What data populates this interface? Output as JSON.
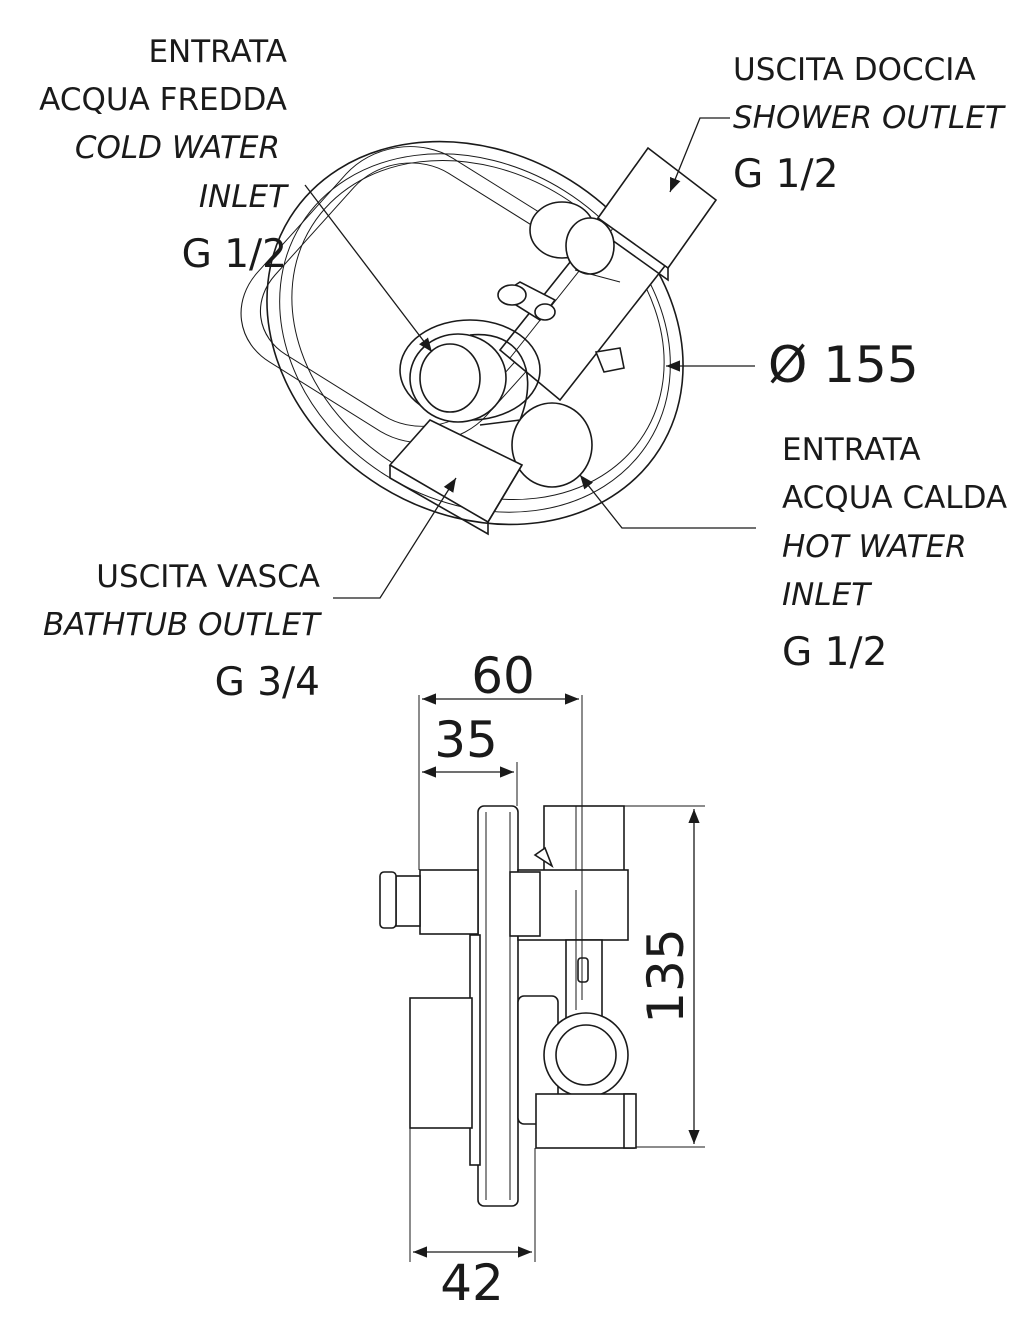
{
  "labels": {
    "cold_inlet": {
      "line1": "ENTRATA",
      "line2": "ACQUA FREDDA",
      "line3": "COLD WATER",
      "line4": "INLET",
      "size": "G 1/2"
    },
    "shower_outlet": {
      "line1": "USCITA DOCCIA",
      "line2": "SHOWER OUTLET",
      "size": "G 1/2"
    },
    "diameter": "Ø 155",
    "hot_inlet": {
      "line1": "ENTRATA",
      "line2": "ACQUA CALDA",
      "line3": "HOT WATER",
      "line4": "INLET",
      "size": "G 1/2"
    },
    "bathtub_outlet": {
      "line1": "USCITA VASCA",
      "line2": "BATHTUB OUTLET",
      "size": "G 3/4"
    }
  },
  "dimensions": {
    "total_depth": "60",
    "front_depth": "35",
    "height": "135",
    "body_depth": "42"
  }
}
